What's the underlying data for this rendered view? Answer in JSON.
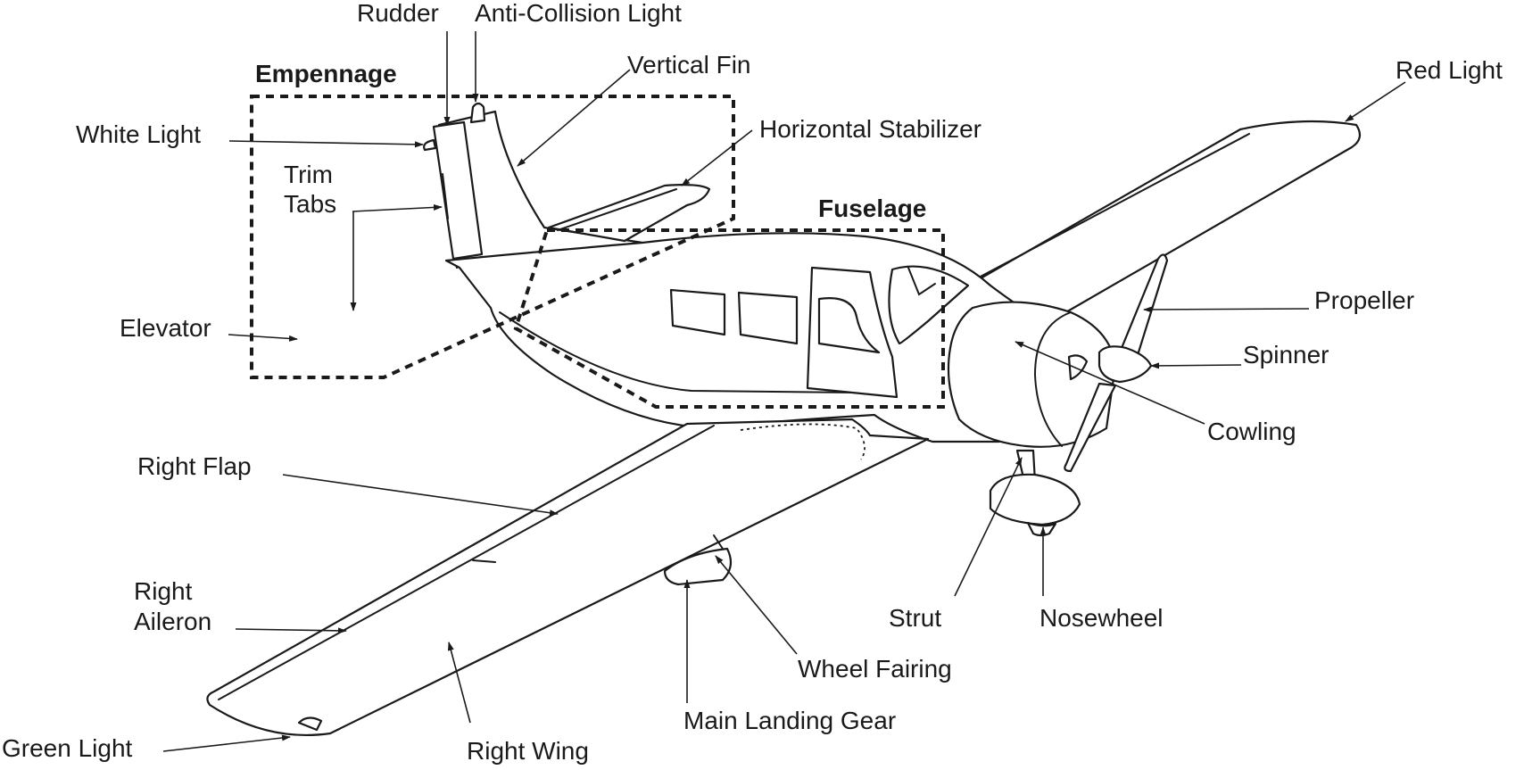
{
  "labels": {
    "rudder": "Rudder",
    "anti_collision_light": "Anti-Collision Light",
    "empennage": "Empennage",
    "vertical_fin": "Vertical Fin",
    "red_light": "Red Light",
    "white_light": "White Light",
    "horizontal_stabilizer": "Horizontal Stabilizer",
    "trim_tabs_line1": "Trim",
    "trim_tabs_line2": "Tabs",
    "fuselage": "Fuselage",
    "propeller": "Propeller",
    "elevator": "Elevator",
    "spinner": "Spinner",
    "cowling": "Cowling",
    "right_flap": "Right Flap",
    "right_aileron_line1": "Right",
    "right_aileron_line2": "Aileron",
    "strut": "Strut",
    "nosewheel": "Nosewheel",
    "wheel_fairing": "Wheel Fairing",
    "main_landing_gear": "Main Landing Gear",
    "green_light": "Green Light",
    "right_wing": "Right Wing"
  },
  "colors": {
    "ink": "#1a1a1a",
    "background": "#ffffff"
  }
}
